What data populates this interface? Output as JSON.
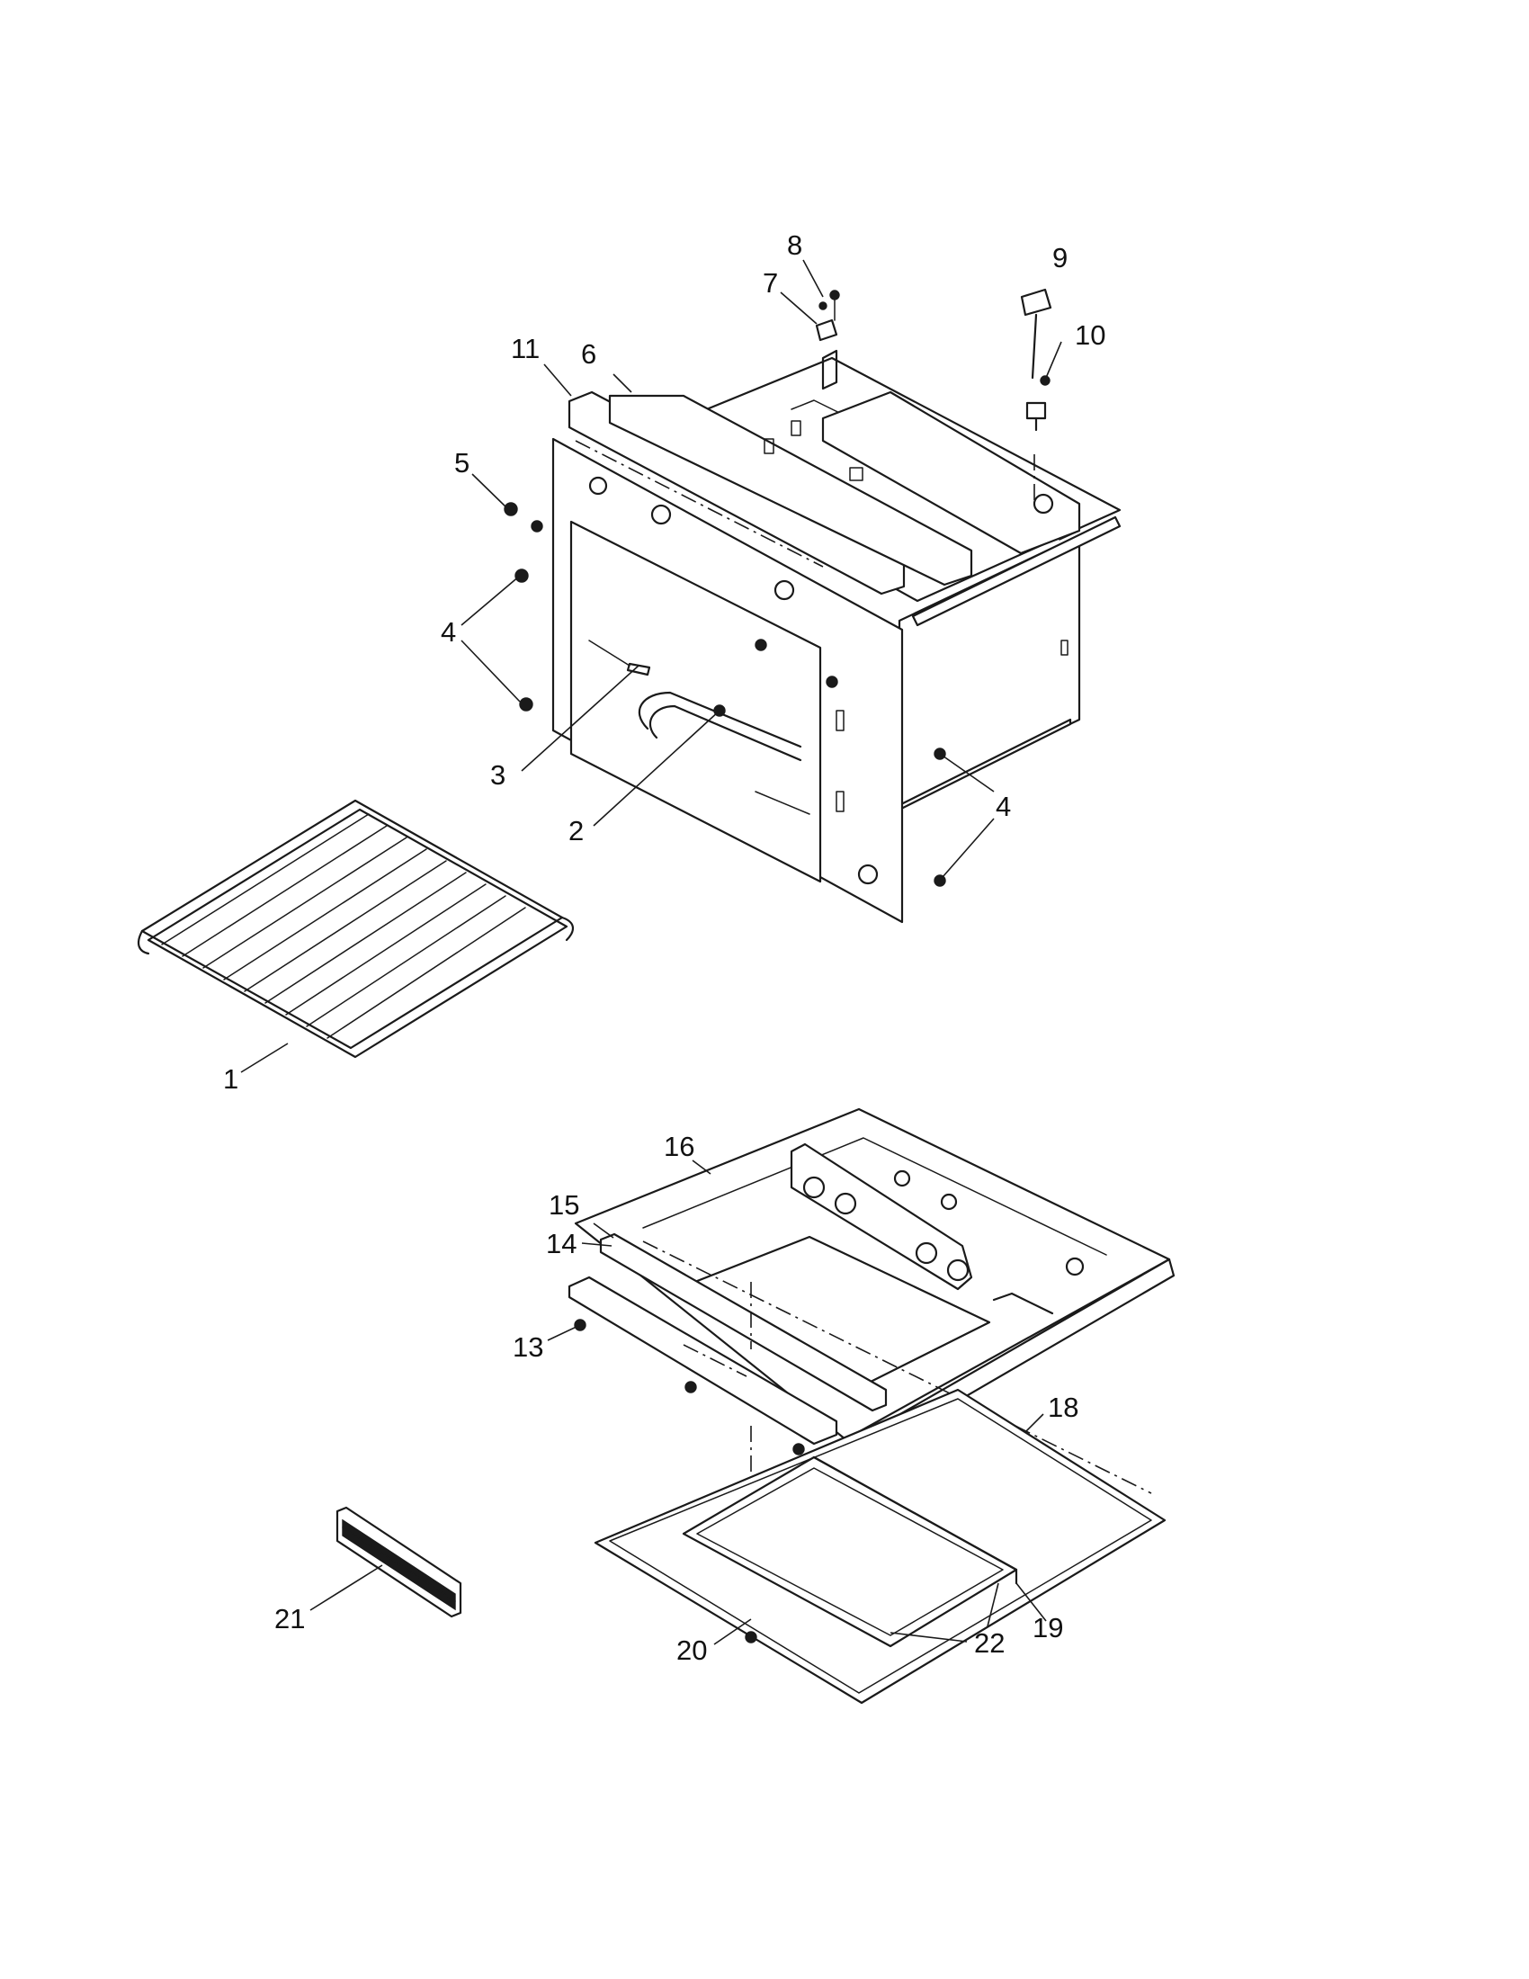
{
  "callouts": [
    {
      "id": "c1",
      "text": "1"
    },
    {
      "id": "c2",
      "text": "2"
    },
    {
      "id": "c3",
      "text": "3"
    },
    {
      "id": "c4a",
      "text": "4"
    },
    {
      "id": "c4b",
      "text": "4"
    },
    {
      "id": "c5",
      "text": "5"
    },
    {
      "id": "c6",
      "text": "6"
    },
    {
      "id": "c7",
      "text": "7"
    },
    {
      "id": "c8",
      "text": "8"
    },
    {
      "id": "c9",
      "text": "9"
    },
    {
      "id": "c10",
      "text": "10"
    },
    {
      "id": "c11",
      "text": "11"
    },
    {
      "id": "c13",
      "text": "13"
    },
    {
      "id": "c14",
      "text": "14"
    },
    {
      "id": "c15",
      "text": "15"
    },
    {
      "id": "c16",
      "text": "16"
    },
    {
      "id": "c18",
      "text": "18"
    },
    {
      "id": "c19",
      "text": "19"
    },
    {
      "id": "c20",
      "text": "20"
    },
    {
      "id": "c21",
      "text": "21"
    },
    {
      "id": "c22",
      "text": "22"
    }
  ]
}
